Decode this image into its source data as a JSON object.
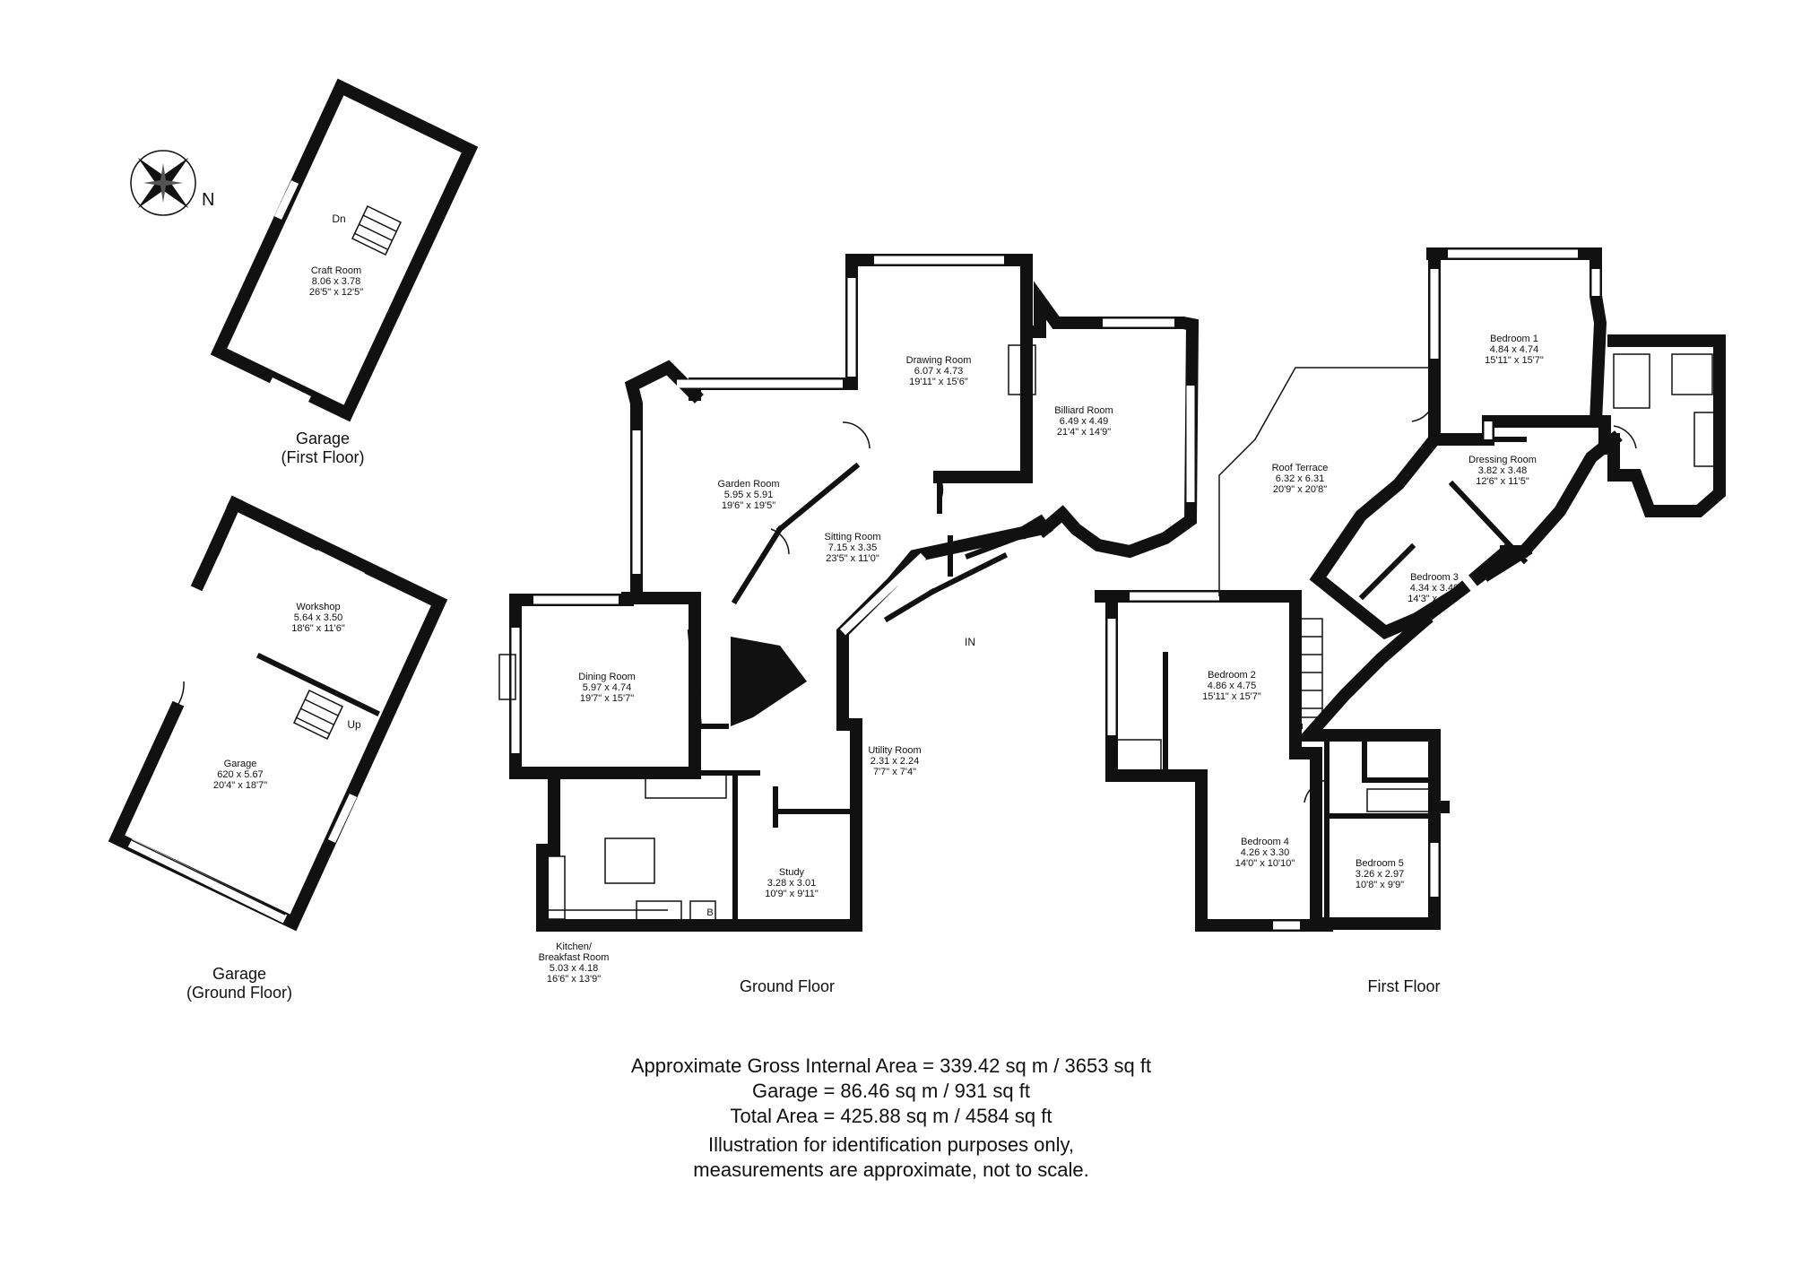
{
  "compass": {
    "label": "N"
  },
  "garage_first": {
    "title": [
      "Garage",
      "(First Floor)"
    ],
    "stair_label": "Dn",
    "craft_room": {
      "name": "Craft Room",
      "metric": "8.06 x 3.78",
      "imperial": "26'5\" x 12'5\""
    }
  },
  "garage_ground": {
    "title": [
      "Garage",
      "(Ground Floor)"
    ],
    "stair_label": "Up",
    "workshop": {
      "name": "Workshop",
      "metric": "5.64 x 3.50",
      "imperial": "18'6\" x 11'6\""
    },
    "garage": {
      "name": "Garage",
      "metric": "620 x 5.67",
      "imperial": "20'4\" x 18'7\""
    }
  },
  "ground_floor": {
    "title": "Ground Floor",
    "entrance": "IN",
    "boiler": "B",
    "drawing_room": {
      "name": "Drawing Room",
      "metric": "6.07 x 4.73",
      "imperial": "19'11\" x 15'6\""
    },
    "billiard_room": {
      "name": "Billiard Room",
      "metric": "6.49 x 4.49",
      "imperial": "21'4\" x 14'9\""
    },
    "garden_room": {
      "name": "Garden Room",
      "metric": "5.95 x 5.91",
      "imperial": "19'6\" x 19'5\""
    },
    "sitting_room": {
      "name": "Sitting Room",
      "metric": "7.15 x 3.35",
      "imperial": "23'5\" x 11'0\""
    },
    "dining_room": {
      "name": "Dining Room",
      "metric": "5.97 x 4.74",
      "imperial": "19'7\" x 15'7\""
    },
    "utility_room": {
      "name": "Utility Room",
      "metric": "2.31 x 2.24",
      "imperial": "7'7\" x 7'4\""
    },
    "study": {
      "name": "Study",
      "metric": "3.28 x 3.01",
      "imperial": "10'9\" x 9'11\""
    },
    "kitchen": {
      "name": "Kitchen/",
      "name2": "Breakfast Room",
      "metric": "5.03 x 4.18",
      "imperial": "16'6\" x 13'9\""
    }
  },
  "first_floor": {
    "title": "First Floor",
    "bedroom1": {
      "name": "Bedroom 1",
      "metric": "4.84 x 4.74",
      "imperial": "15'11\" x 15'7\""
    },
    "roof_terrace": {
      "name": "Roof Terrace",
      "metric": "6.32 x 6.31",
      "imperial": "20'9\" x 20'8\""
    },
    "dressing_room": {
      "name": "Dressing Room",
      "metric": "3.82 x 3.48",
      "imperial": "12'6\" x 11'5\""
    },
    "bedroom3": {
      "name": "Bedroom 3",
      "metric": "4.34 x 3.40",
      "imperial": "14'3\" x 11'2\""
    },
    "bedroom2": {
      "name": "Bedroom 2",
      "metric": "4.86 x 4.75",
      "imperial": "15'11\" x 15'7\""
    },
    "bedroom4": {
      "name": "Bedroom 4",
      "metric": "4.26 x 3.30",
      "imperial": "14'0\" x 10'10\""
    },
    "bedroom5": {
      "name": "Bedroom 5",
      "metric": "3.26 x 2.97",
      "imperial": "10'8\" x 9'9\""
    }
  },
  "footer": {
    "gross_area": "Approximate Gross Internal Area = 339.42 sq m / 3653 sq ft",
    "garage_area": "Garage = 86.46 sq m / 931 sq ft",
    "total_area": "Total Area = 425.88 sq m / 4584 sq ft",
    "disclaimer1": "Illustration for identification purposes only,",
    "disclaimer2": "measurements are approximate, not to scale."
  }
}
